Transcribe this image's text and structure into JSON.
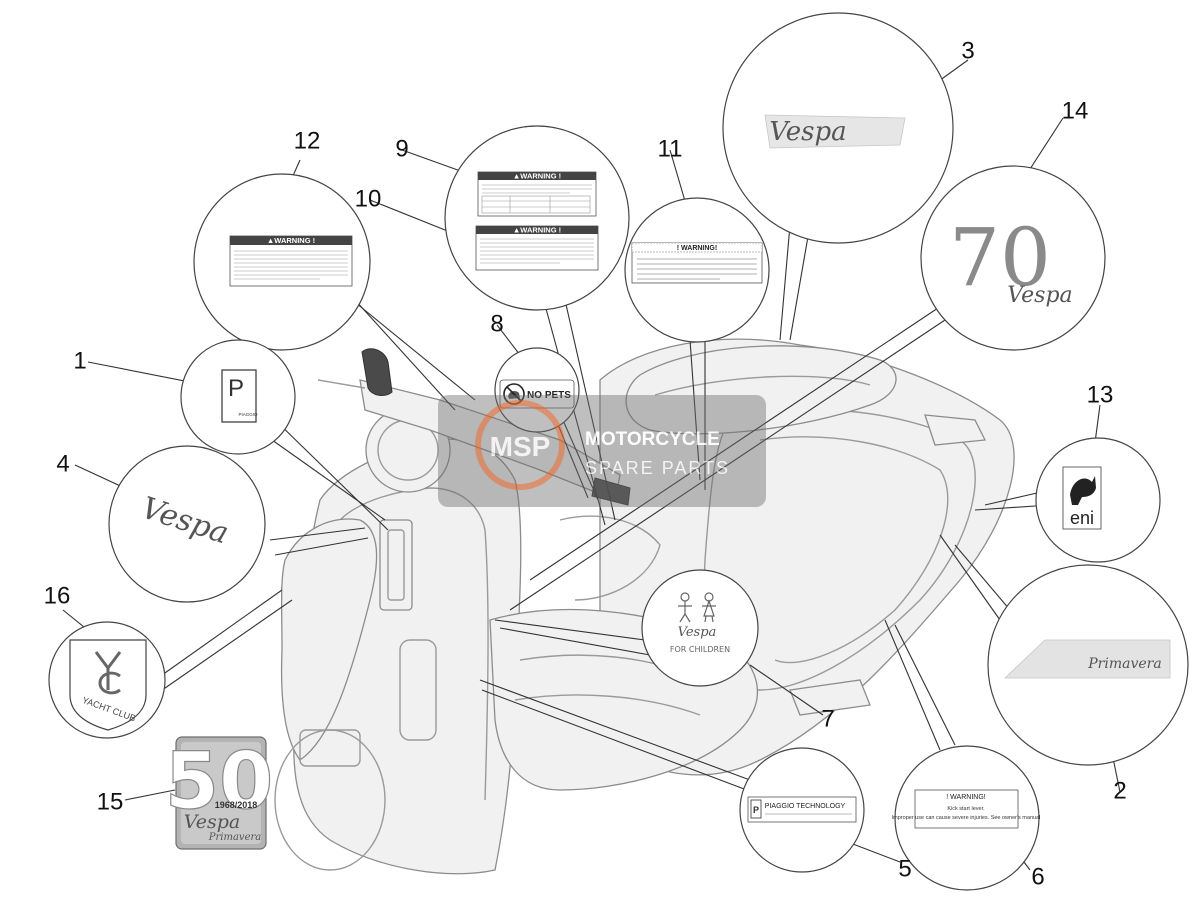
{
  "callouts": {
    "n1": "1",
    "n2": "2",
    "n3": "3",
    "n4": "4",
    "n5": "5",
    "n6": "6",
    "n7": "7",
    "n8": "8",
    "n9": "9",
    "n10": "10",
    "n11": "11",
    "n12": "12",
    "n13": "13",
    "n14": "14",
    "n15": "15",
    "n16": "16"
  },
  "decals": {
    "warning_title": "▲WARNING !",
    "warning_title_11": "! WARNING!",
    "warning_title_6": "! WARNING!",
    "no_pets": "NO PETS",
    "eni": "eni",
    "yacht_club": "YACHT CLUB",
    "anniv_years": "1968/2018",
    "anniv_number": "50",
    "vespa": "Vespa",
    "primavera": "Primavera",
    "seventy": "70",
    "for_children": "FOR CHILDREN",
    "piaggio_tech": "PIAGGIO TECHNOLOGY",
    "piaggio_p": "P",
    "piaggio_word": "PIAGGIO",
    "kick_start_1": "Kick start lever.",
    "kick_start_2": "Improper use can cause severe injuries. See owner's manual"
  },
  "watermark": {
    "logo": "MSP",
    "line1": "MOTORCYCLE",
    "line2": "SPARE PARTS"
  },
  "colors": {
    "warning_head": "#444444",
    "watermark_orange": "#d9612a",
    "watermark_grey": "#6d6d6d"
  }
}
